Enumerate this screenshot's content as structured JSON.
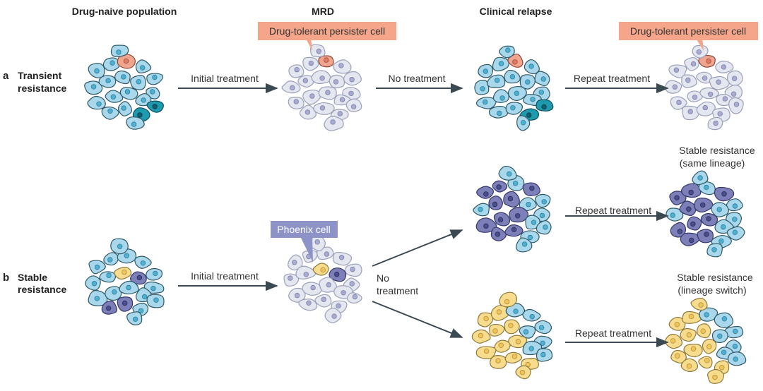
{
  "headers": {
    "drug_naive": "Drug-naive population",
    "mrd": "MRD",
    "clinical_relapse": "Clinical relapse"
  },
  "panel_a": {
    "letter": "a",
    "name_line1": "Transient",
    "name_line2": "resistance",
    "arrow1": "Initial treatment",
    "arrow2": "No treatment",
    "arrow3": "Repeat treatment",
    "callout_mrd": "Drug-tolerant persister cell",
    "callout_end": "Drug-tolerant persister cell"
  },
  "panel_b": {
    "letter": "b",
    "name_line1": "Stable",
    "name_line2": "resistance",
    "arrow1": "Initial treatment",
    "no_treatment_line1": "No",
    "no_treatment_line2": "treatment",
    "arrow_top": "Repeat treatment",
    "arrow_bottom": "Repeat treatment",
    "callout_phoenix": "Phoenix cell",
    "stable_same_line1": "Stable resistance",
    "stable_same_line2": "(same lineage)",
    "stable_switch_line1": "Stable resistance",
    "stable_switch_line2": "(lineage switch)"
  },
  "colors": {
    "light_blue": "#a9d8ec",
    "teal": "#1f9bb0",
    "salmon": "#f1a48e",
    "pale_grey": "#e4e7f0",
    "purple": "#7d7fb8",
    "yellow": "#f8dc8e",
    "callout_orange": "#f4a58a",
    "callout_purple": "#8d93c6",
    "arrow": "#3b4a52"
  }
}
